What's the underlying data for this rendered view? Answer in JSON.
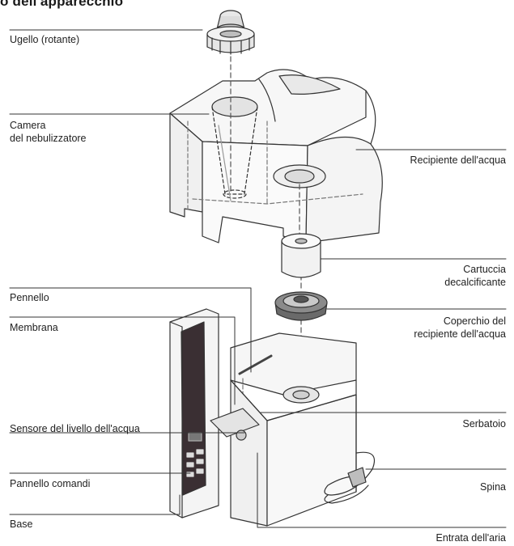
{
  "title": "o dell'apparecchio",
  "labels": {
    "ugello": "Ugello (rotante)",
    "camera_1": "Camera",
    "camera_2": "del nebulizzatore",
    "recipiente": "Recipiente dell'acqua",
    "cartuccia_1": "Cartuccia",
    "cartuccia_2": "decalcificante",
    "pennello": "Pennello",
    "membrana": "Membrana",
    "coperchio_1": "Coperchio del",
    "coperchio_2": "recipiente dell'acqua",
    "sensore": "Sensore del livello dell'acqua",
    "serbatoio": "Serbatoio",
    "pannello": "Pannello comandi",
    "spina": "Spina",
    "base": "Base",
    "entrata": "Entrata dell'aria"
  },
  "colors": {
    "line": "#333333",
    "panel": "#3a2f33"
  }
}
